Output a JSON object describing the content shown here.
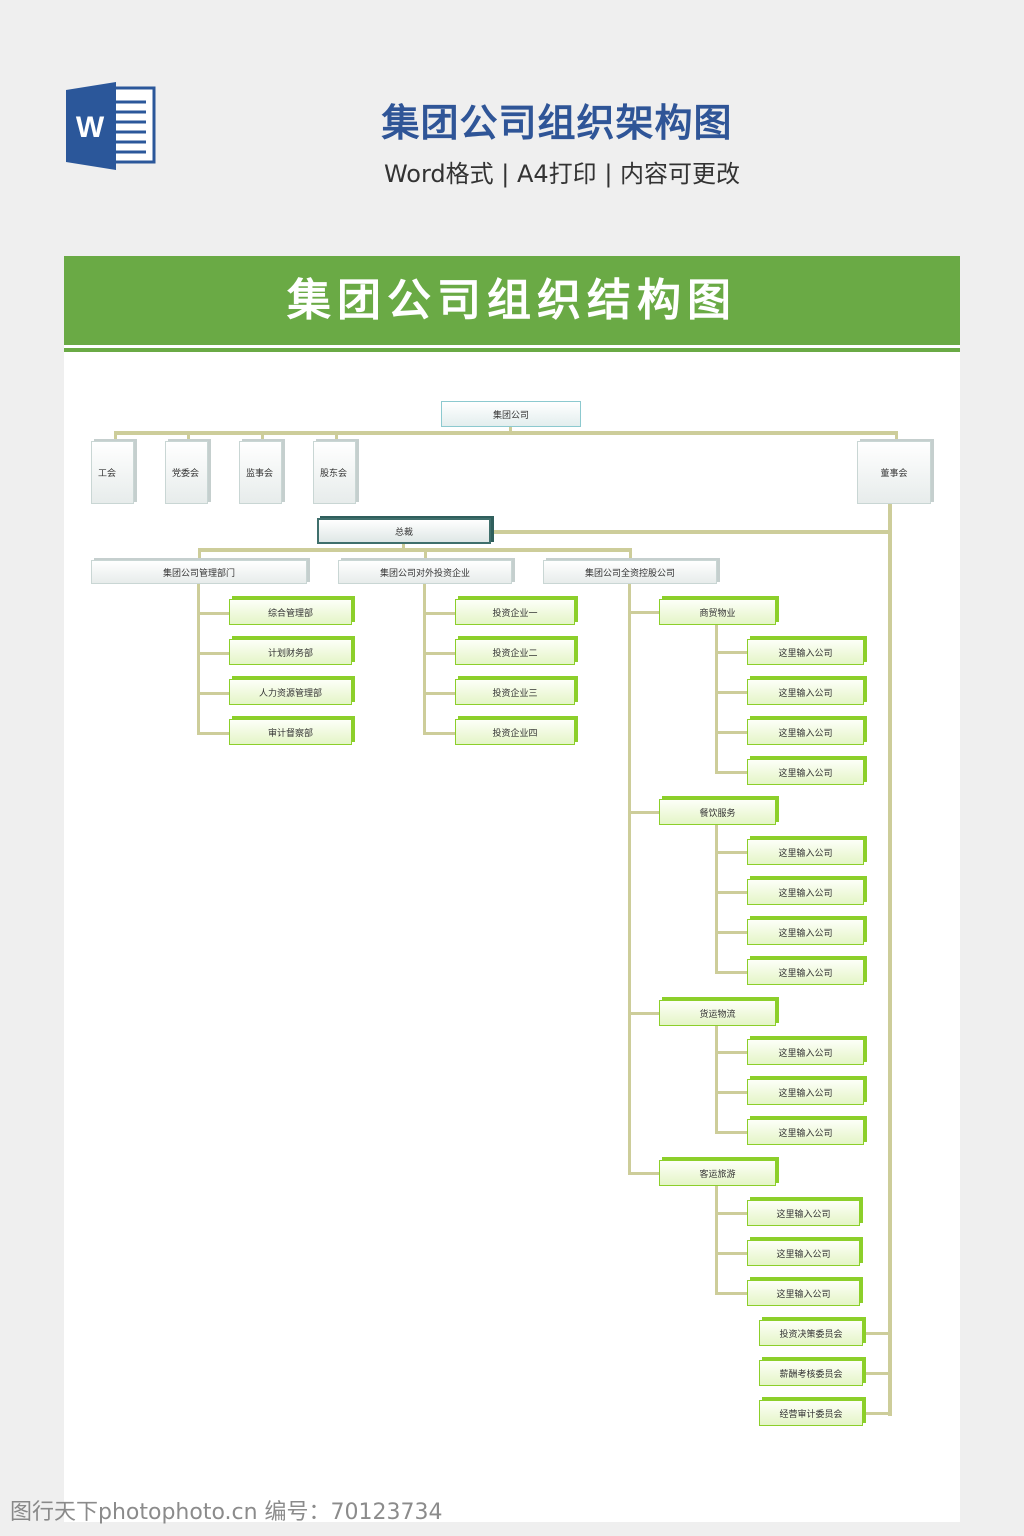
{
  "header": {
    "title": "集团公司组织架构图",
    "subtitle": "Word格式 | A4打印 | 内容可更改",
    "icon": "word-icon"
  },
  "banner": {
    "title": "集团公司组织结构图"
  },
  "org": {
    "root": "集团公司",
    "side": [
      "工会",
      "党委会",
      "监事会",
      "股东会"
    ],
    "board": "董事会",
    "ceo": "总裁",
    "divisions": [
      "集团公司管理部门",
      "集团公司对外投资企业",
      "集团公司全资控股公司"
    ],
    "management": [
      "综合管理部",
      "计划财务部",
      "人力资源管理部",
      "审计督察部"
    ],
    "investments": [
      "投资企业一",
      "投资企业二",
      "投资企业三",
      "投资企业四"
    ],
    "holdings": [
      {
        "name": "商贸物业",
        "companies": [
          "这里输入公司",
          "这里输入公司",
          "这里输入公司",
          "这里输入公司"
        ]
      },
      {
        "name": "餐饮服务",
        "companies": [
          "这里输入公司",
          "这里输入公司",
          "这里输入公司",
          "这里输入公司"
        ]
      },
      {
        "name": "货运物流",
        "companies": [
          "这里输入公司",
          "这里输入公司",
          "这里输入公司"
        ]
      },
      {
        "name": "客运旅游",
        "companies": [
          "这里输入公司",
          "这里输入公司",
          "这里输入公司"
        ]
      }
    ],
    "committees": [
      "投资决策委员会",
      "薪酬考核委员会",
      "经营审计委员会"
    ]
  },
  "watermark": "图行天下photophoto.cn  编号：70123734"
}
